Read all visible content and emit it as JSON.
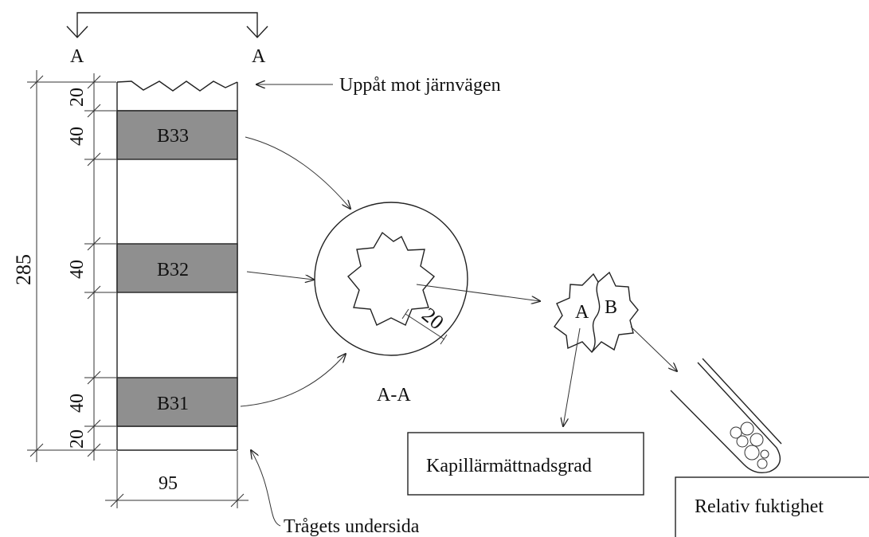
{
  "section_marker": {
    "left": "A",
    "right": "A"
  },
  "annotations": {
    "top": "Uppåt mot järnvägen",
    "bottom": "Trågets undersida"
  },
  "dimensions": {
    "total_height": "285",
    "segment_top": "20",
    "band_upper": "40",
    "band_middle": "40",
    "band_lower": "40",
    "segment_bottom": "20",
    "width": "95",
    "core_offset": "20"
  },
  "samples": [
    "B33",
    "B32",
    "B31"
  ],
  "section_label": "A-A",
  "split_labels": {
    "left": "A",
    "right": "B"
  },
  "boxes": {
    "capillary": "Kapillärmättnadsgrad",
    "humidity": "Relativ fuktighet"
  },
  "colors": {
    "band_fill": "#8f8f8f",
    "line": "#222222"
  }
}
